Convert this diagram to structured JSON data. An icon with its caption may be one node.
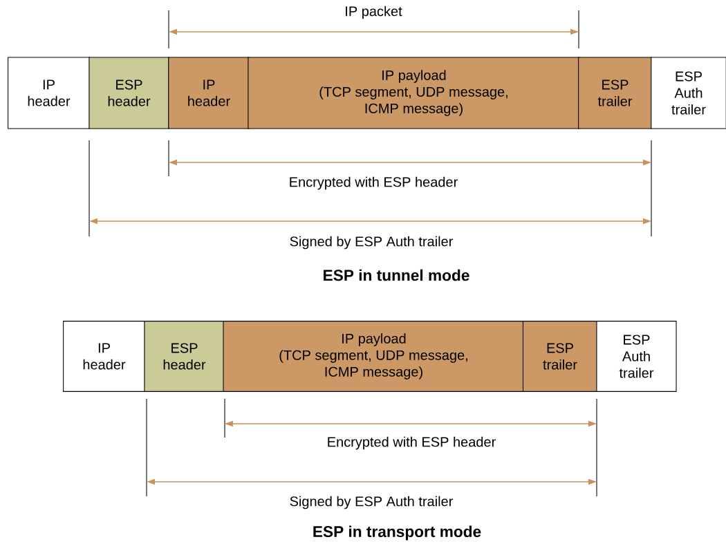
{
  "diagram": {
    "nodes": [
      {
        "text": [
          "IP header"
        ]
      },
      {
        "text": [
          "ESP header"
        ]
      },
      {
        "text": [
          "IP header"
        ]
      },
      {
        "text": [
          "IP payload (TCP segment, UDP message, ICMP message)"
        ]
      },
      {
        "text": [
          "ESP trailer"
        ]
      },
      {
        "text": [
          "ESP Auth trailer"
        ]
      },
      {
        "text": [
          "IP header"
        ]
      },
      {
        "text": [
          "ESP header"
        ]
      },
      {
        "text": [
          "IP payload (TCP segment, UDP message, ICMP message)"
        ]
      },
      {
        "text": [
          "ESP trailer"
        ]
      },
      {
        "text": [
          "ESP Auth trailer"
        ]
      }
    ],
    "labels": [
      "IP packet",
      "Encrypted with ESP header",
      "Signed by ESP Auth trailer",
      "ESP in tunnel mode",
      "Encrypted with ESP header",
      "Signed by ESP Auth trailer",
      "ESP in transport mode"
    ]
  }
}
